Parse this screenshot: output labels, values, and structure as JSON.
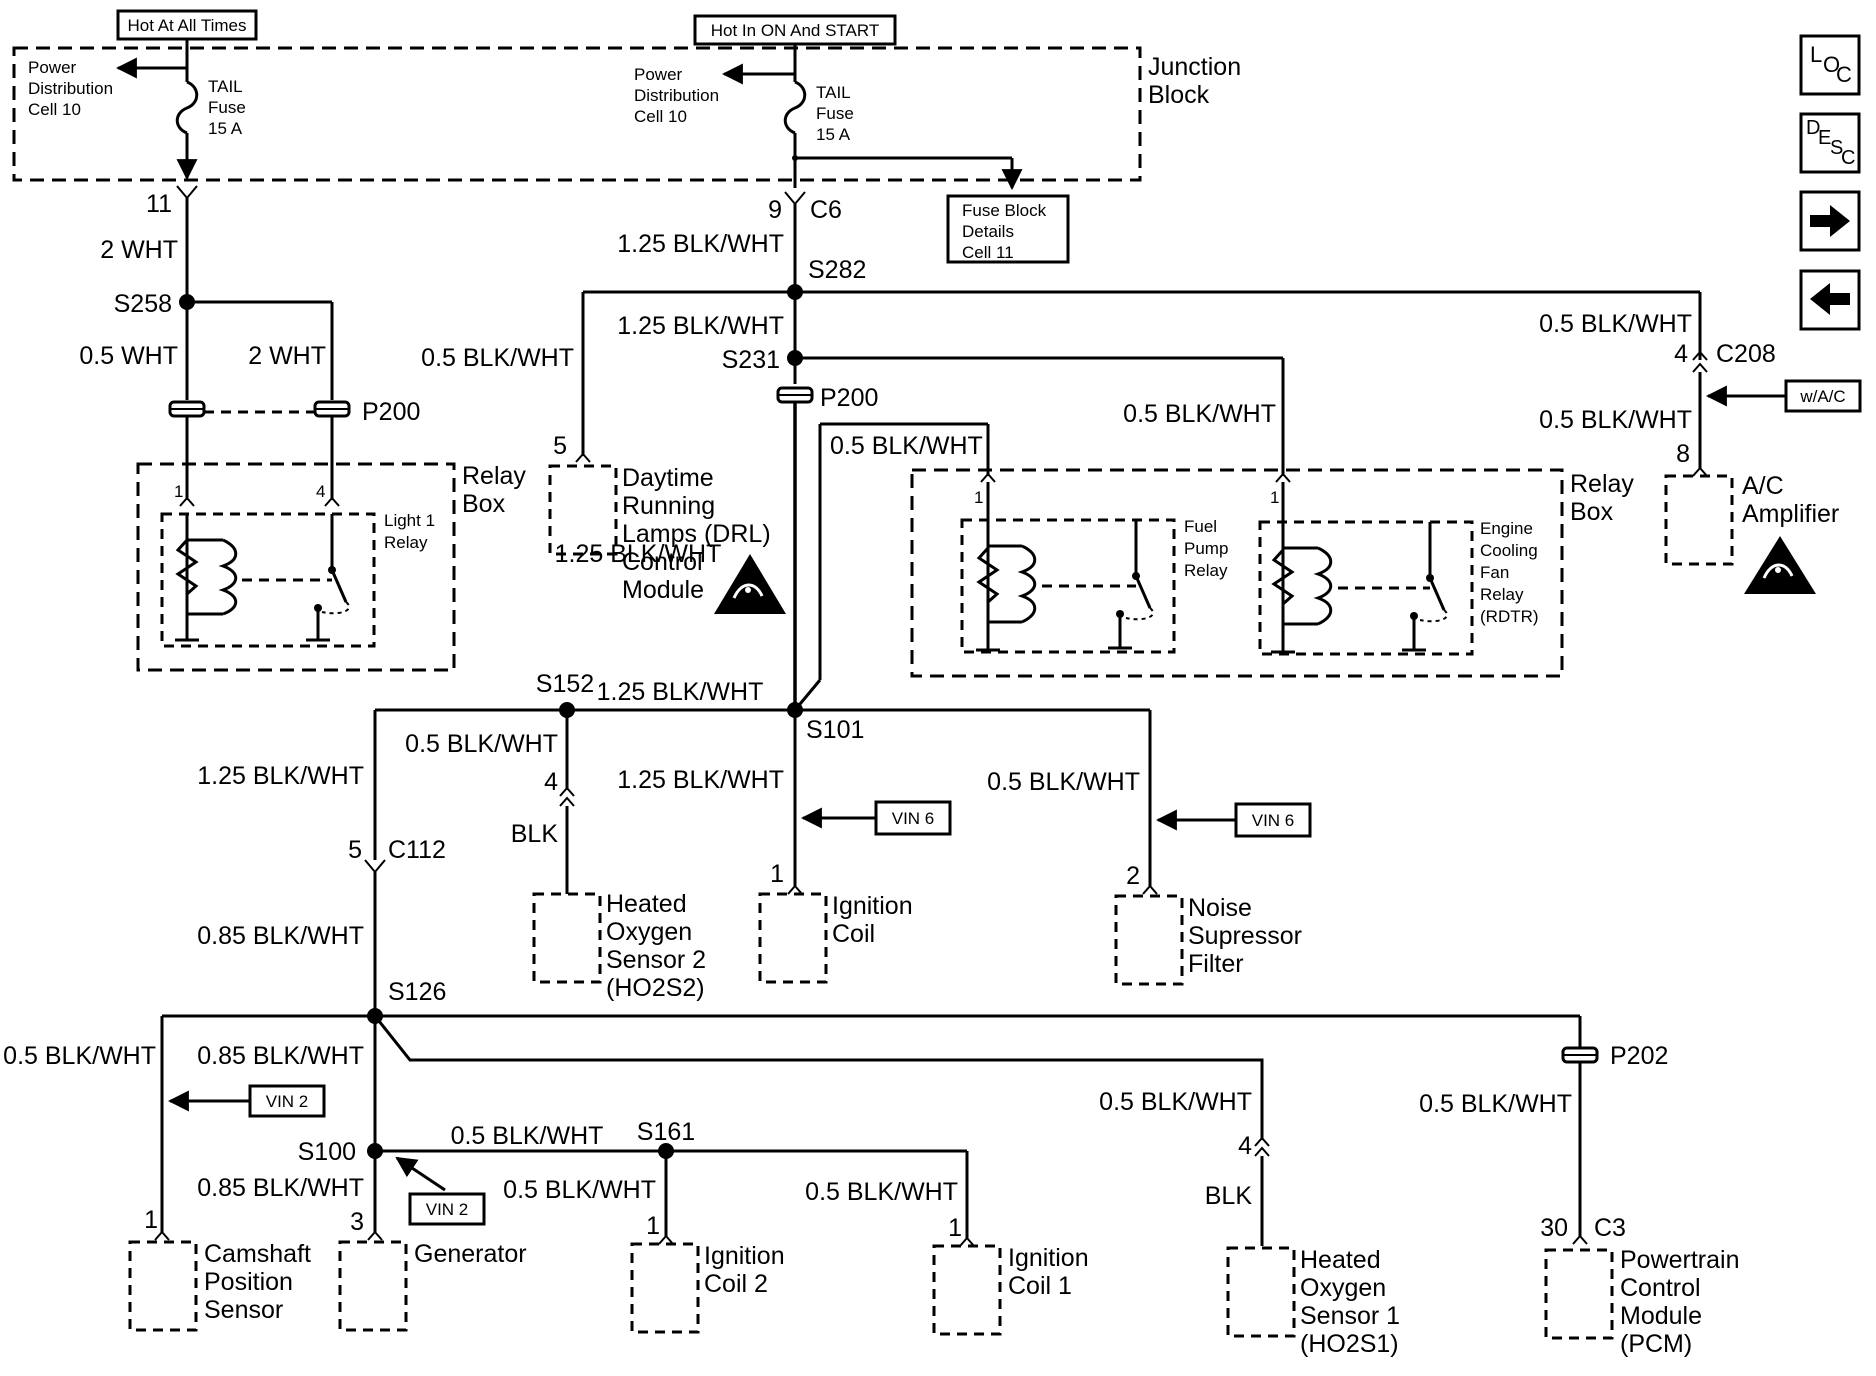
{
  "nav": {
    "loc_icon": "loc-button-icon",
    "desc_icon": "desc-button-icon",
    "next_icon": "arrow-right-icon",
    "prev_icon": "arrow-left-icon",
    "loc": {
      "a": "L",
      "b": "O",
      "c": "C"
    },
    "desc": {
      "a": "D",
      "b": "E",
      "c": "S",
      "d": "C"
    }
  },
  "power": {
    "hot_all_times": "Hot At All Times",
    "hot_on_start": "Hot In ON And START",
    "dist_left": [
      "Power",
      "Distribution",
      "Cell 10"
    ],
    "dist_right": [
      "Power",
      "Distribution",
      "Cell 10"
    ],
    "fuse_left": [
      "TAIL",
      "Fuse",
      "15 A"
    ],
    "fuse_right": [
      "TAIL",
      "Fuse",
      "15 A"
    ],
    "junction_block": [
      "Junction",
      "Block"
    ],
    "fuse_block_details": [
      "Fuse Block",
      "Details",
      "Cell 11"
    ]
  },
  "wires": {
    "w2wht_a": "2 WHT",
    "w05wht": "0.5 WHT",
    "w2wht_b": "2 WHT",
    "w125_c6": "1.25 BLK/WHT",
    "w125_s282": "1.25 BLK/WHT",
    "w05_drl": "0.5 BLK/WHT",
    "w05_relay_top": "0.5 BLK/WHT",
    "w05_relay_box": "0.5 BLK/WHT",
    "w05_c208_top": "0.5 BLK/WHT",
    "w05_c208_bot": "0.5 BLK/WHT",
    "w125_p200": "1.25 BLK/WHT",
    "w125_s152": "1.25 BLK/WHT",
    "w05_ho2s2": "0.5 BLK/WHT",
    "wblk_ho2s2": "BLK",
    "w125_coil": "1.25 BLK/WHT",
    "w05_noise": "0.5 BLK/WHT",
    "w125_c112": "1.25 BLK/WHT",
    "w085_c112": "0.85 BLK/WHT",
    "w05_cam": "0.5 BLK/WHT",
    "w085_s126": "0.85 BLK/WHT",
    "w085_gen": "0.85 BLK/WHT",
    "w05_s161": "0.5 BLK/WHT",
    "w05_coil2": "0.5 BLK/WHT",
    "w05_coil1": "0.5 BLK/WHT",
    "w05_ho2s1": "0.5 BLK/WHT",
    "wblk_ho2s1": "BLK",
    "w05_pcm": "0.5 BLK/WHT"
  },
  "splices": {
    "s258": "S258",
    "s282": "S282",
    "s231": "S231",
    "s152": "S152",
    "s101": "S101",
    "s126": "S126",
    "s100": "S100",
    "s161": "S161"
  },
  "connectors": {
    "p200_left": "P200",
    "p200_mid": "P200",
    "c6": "C6",
    "c208": "C208",
    "c112": "C112",
    "p202": "P202",
    "c3": "C3"
  },
  "pins": {
    "p11": "11",
    "p9": "9",
    "relay_l1": "1",
    "relay_l4": "4",
    "drl": "5",
    "fuel1": "1",
    "fan1": "1",
    "c208_4": "4",
    "ac8": "8",
    "c112_5": "5",
    "ho2s2_4": "4",
    "coil_1": "1",
    "noise_2": "2",
    "cam_1": "1",
    "gen_3": "3",
    "coil2_1": "1",
    "coil1_1": "1",
    "ho2s1_4": "4",
    "pcm_30": "30"
  },
  "flags": {
    "vin6_a": "VIN 6",
    "vin6_b": "VIN 6",
    "vin2_a": "VIN 2",
    "vin2_b": "VIN 2",
    "wac": "w/A/C"
  },
  "components": {
    "relay_box_left": [
      "Relay",
      "Box"
    ],
    "light1_relay": [
      "Light 1",
      "Relay"
    ],
    "drl_module": [
      "Daytime",
      "Running",
      "Lamps (DRL)",
      "Control",
      "Module"
    ],
    "relay_box_right": [
      "Relay",
      "Box"
    ],
    "fuel_pump_relay": [
      "Fuel",
      "Pump",
      "Relay"
    ],
    "fan_relay": [
      "Engine",
      "Cooling",
      "Fan",
      "Relay",
      "(RDTR)"
    ],
    "ac_amplifier": [
      "A/C",
      "Amplifier"
    ],
    "ho2s2": [
      "Heated",
      "Oxygen",
      "Sensor 2",
      "(HO2S2)"
    ],
    "ignition_coil": [
      "Ignition",
      "Coil"
    ],
    "noise_filter": [
      "Noise",
      "Supressor",
      "Filter"
    ],
    "camshaft": [
      "Camshaft",
      "Position",
      "Sensor"
    ],
    "generator": [
      "Generator"
    ],
    "coil2": [
      "Ignition",
      "Coil 2"
    ],
    "coil1": [
      "Ignition",
      "Coil 1"
    ],
    "ho2s1": [
      "Heated",
      "Oxygen",
      "Sensor 1",
      "(HO2S1)"
    ],
    "pcm": [
      "Powertrain",
      "Control",
      "Module",
      "(PCM)"
    ]
  },
  "icons": {
    "esd_drl": "esd-warning-icon",
    "esd_ac": "esd-warning-icon"
  }
}
